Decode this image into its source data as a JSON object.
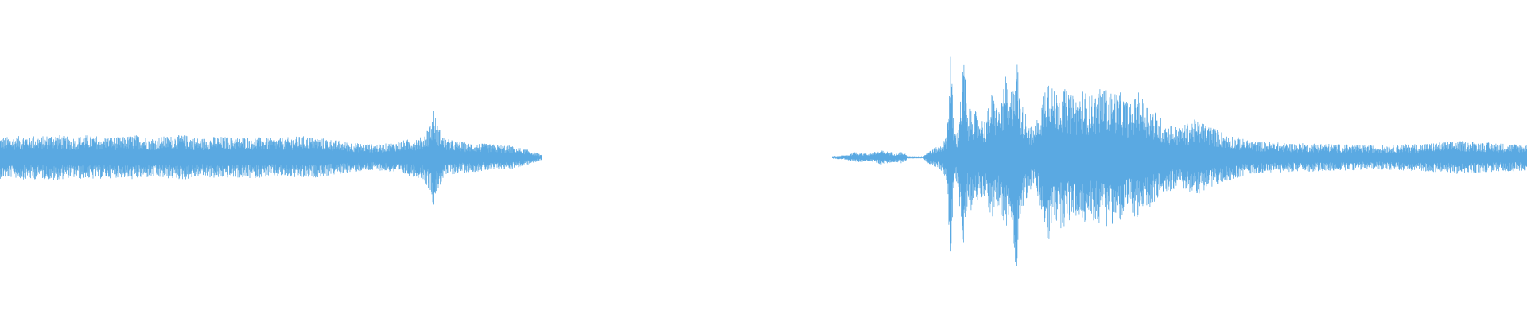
{
  "waveform": {
    "color": "#5aa9e2",
    "background": "#ffffff",
    "segments": [
      {
        "name": "clip-1",
        "start": 0.0,
        "end": 0.355,
        "envelope": [
          [
            0.0,
            0.18
          ],
          [
            0.02,
            0.17
          ],
          [
            0.05,
            0.19
          ],
          [
            0.08,
            0.18
          ],
          [
            0.1,
            0.2
          ],
          [
            0.13,
            0.17
          ],
          [
            0.16,
            0.19
          ],
          [
            0.19,
            0.18
          ],
          [
            0.22,
            0.17
          ],
          [
            0.25,
            0.19
          ],
          [
            0.28,
            0.17
          ],
          [
            0.31,
            0.18
          ],
          [
            0.34,
            0.19
          ],
          [
            0.37,
            0.16
          ],
          [
            0.4,
            0.18
          ],
          [
            0.43,
            0.17
          ],
          [
            0.46,
            0.18
          ],
          [
            0.5,
            0.16
          ],
          [
            0.53,
            0.17
          ],
          [
            0.56,
            0.18
          ],
          [
            0.6,
            0.16
          ],
          [
            0.63,
            0.14
          ],
          [
            0.66,
            0.12
          ],
          [
            0.7,
            0.11
          ],
          [
            0.73,
            0.13
          ],
          [
            0.76,
            0.16
          ],
          [
            0.78,
            0.18
          ],
          [
            0.795,
            0.3
          ],
          [
            0.8,
            0.42
          ],
          [
            0.805,
            0.3
          ],
          [
            0.82,
            0.16
          ],
          [
            0.85,
            0.13
          ],
          [
            0.88,
            0.12
          ],
          [
            0.91,
            0.11
          ],
          [
            0.94,
            0.1
          ],
          [
            0.97,
            0.07
          ],
          [
            1.0,
            0.02
          ]
        ]
      },
      {
        "name": "clip-2",
        "start": 0.545,
        "end": 1.0,
        "envelope": [
          [
            0.0,
            0.01
          ],
          [
            0.02,
            0.02
          ],
          [
            0.035,
            0.05
          ],
          [
            0.05,
            0.03
          ],
          [
            0.07,
            0.06
          ],
          [
            0.09,
            0.04
          ],
          [
            0.1,
            0.05
          ],
          [
            0.11,
            0.01
          ],
          [
            0.13,
            0.01
          ],
          [
            0.14,
            0.06
          ],
          [
            0.155,
            0.1
          ],
          [
            0.165,
            0.18
          ],
          [
            0.17,
            0.95
          ],
          [
            0.175,
            0.25
          ],
          [
            0.18,
            0.2
          ],
          [
            0.19,
            0.9
          ],
          [
            0.195,
            0.3
          ],
          [
            0.2,
            0.45
          ],
          [
            0.21,
            0.35
          ],
          [
            0.22,
            0.32
          ],
          [
            0.23,
            0.55
          ],
          [
            0.24,
            0.4
          ],
          [
            0.25,
            0.7
          ],
          [
            0.255,
            0.45
          ],
          [
            0.265,
            0.98
          ],
          [
            0.27,
            0.5
          ],
          [
            0.28,
            0.35
          ],
          [
            0.29,
            0.22
          ],
          [
            0.3,
            0.45
          ],
          [
            0.31,
            0.75
          ],
          [
            0.32,
            0.55
          ],
          [
            0.33,
            0.6
          ],
          [
            0.34,
            0.55
          ],
          [
            0.35,
            0.5
          ],
          [
            0.36,
            0.58
          ],
          [
            0.37,
            0.52
          ],
          [
            0.38,
            0.55
          ],
          [
            0.39,
            0.6
          ],
          [
            0.4,
            0.55
          ],
          [
            0.41,
            0.58
          ],
          [
            0.42,
            0.5
          ],
          [
            0.43,
            0.45
          ],
          [
            0.44,
            0.55
          ],
          [
            0.45,
            0.48
          ],
          [
            0.46,
            0.42
          ],
          [
            0.47,
            0.35
          ],
          [
            0.48,
            0.3
          ],
          [
            0.5,
            0.25
          ],
          [
            0.52,
            0.32
          ],
          [
            0.54,
            0.28
          ],
          [
            0.56,
            0.22
          ],
          [
            0.58,
            0.18
          ],
          [
            0.6,
            0.14
          ],
          [
            0.63,
            0.13
          ],
          [
            0.66,
            0.12
          ],
          [
            0.7,
            0.12
          ],
          [
            0.74,
            0.11
          ],
          [
            0.78,
            0.1
          ],
          [
            0.82,
            0.11
          ],
          [
            0.86,
            0.12
          ],
          [
            0.9,
            0.14
          ],
          [
            0.93,
            0.13
          ],
          [
            0.96,
            0.12
          ],
          [
            1.0,
            0.11
          ]
        ]
      }
    ]
  }
}
